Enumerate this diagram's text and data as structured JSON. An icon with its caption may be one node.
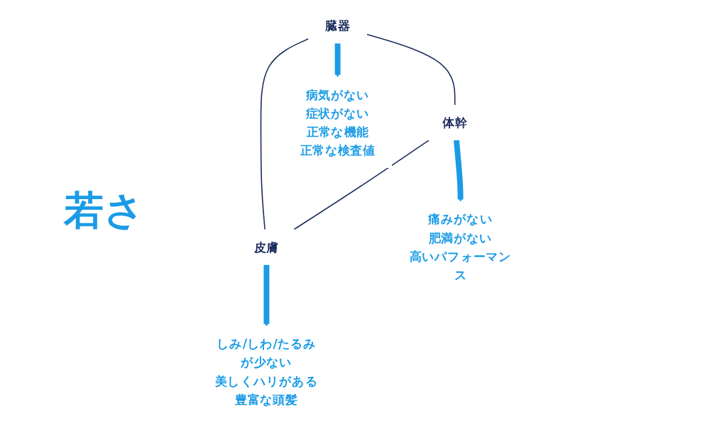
{
  "diagram": {
    "nodes": [
      {
        "text": [
          "臓器"
        ]
      },
      {
        "text": [
          "体幹"
        ]
      },
      {
        "text": [
          "皮膚"
        ]
      },
      {
        "text": [
          "病気がない",
          "症状がない",
          "正常な機能",
          "正常な検査値"
        ]
      },
      {
        "text": [
          "痛みがない",
          "肥満がない",
          "高いパフォーマンス"
        ]
      },
      {
        "text": [
          "しみ/しわ/たるみが少ない",
          "美しくハリがある",
          "豊富な頭髪"
        ]
      }
    ],
    "edges": [
      {
        "from": 0,
        "to": 1,
        "arrow": "none",
        "color": "#1b2c5e"
      },
      {
        "from": 0,
        "to": 2,
        "arrow": "none",
        "color": "#1b2c5e"
      },
      {
        "from": 1,
        "to": 2,
        "arrow": "none",
        "color": "#1b2c5e"
      },
      {
        "from": 0,
        "to": 3,
        "arrow": "to",
        "style": "thick",
        "color": "#1a9be6"
      },
      {
        "from": 1,
        "to": 4,
        "arrow": "to",
        "style": "thick",
        "color": "#1a9be6"
      },
      {
        "from": 2,
        "to": 5,
        "arrow": "to",
        "style": "thick",
        "color": "#1a9be6"
      }
    ],
    "labels": [
      "若さ"
    ]
  }
}
